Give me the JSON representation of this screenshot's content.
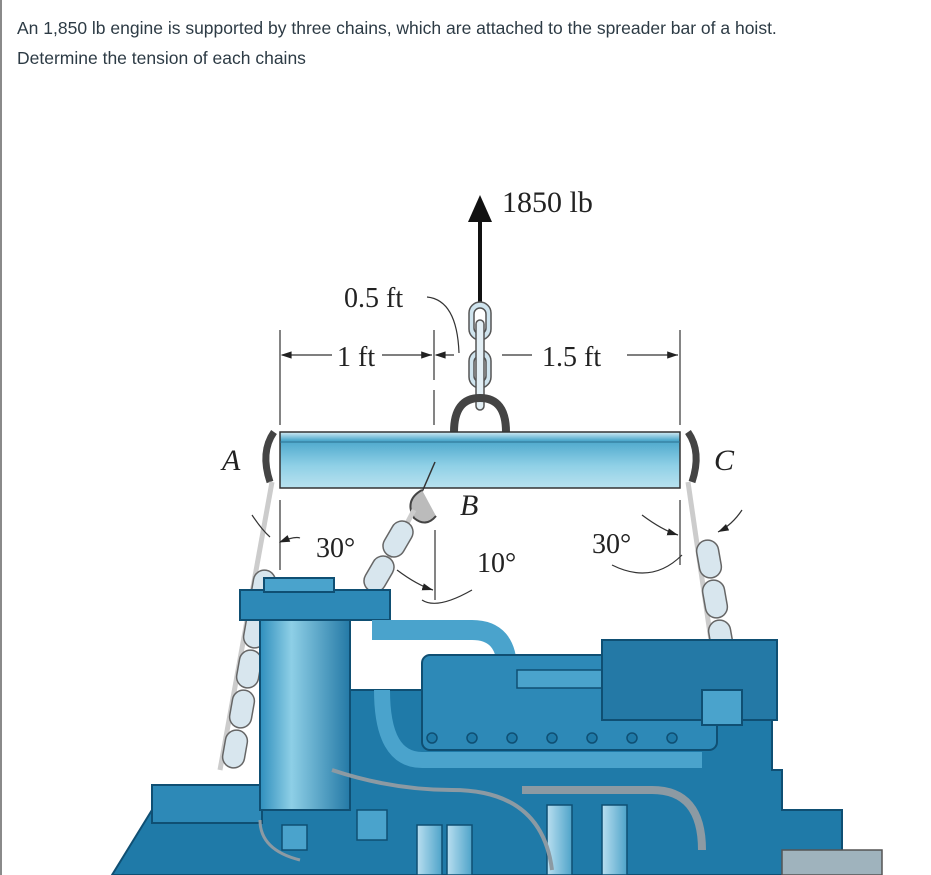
{
  "question": {
    "line1": "An 1,850 lb engine is supported by three chains, which are attached to the spreader bar of a hoist.",
    "line2": "Determine the tension of each chains"
  },
  "figure": {
    "force_label": "1850 lb",
    "dim_0_5": "0.5 ft",
    "dim_1": "1 ft",
    "dim_1_5": "1.5 ft",
    "point_a": "A",
    "point_b": "B",
    "point_c": "C",
    "angle_a": "30°",
    "angle_b": "10°",
    "angle_c": "30°",
    "colors": {
      "bar": "#7ec4dc",
      "engine": "#1f7aa8",
      "engine_light": "#4aa3cc",
      "chain": "#d8e6ee",
      "text": "#2d3b45"
    }
  }
}
